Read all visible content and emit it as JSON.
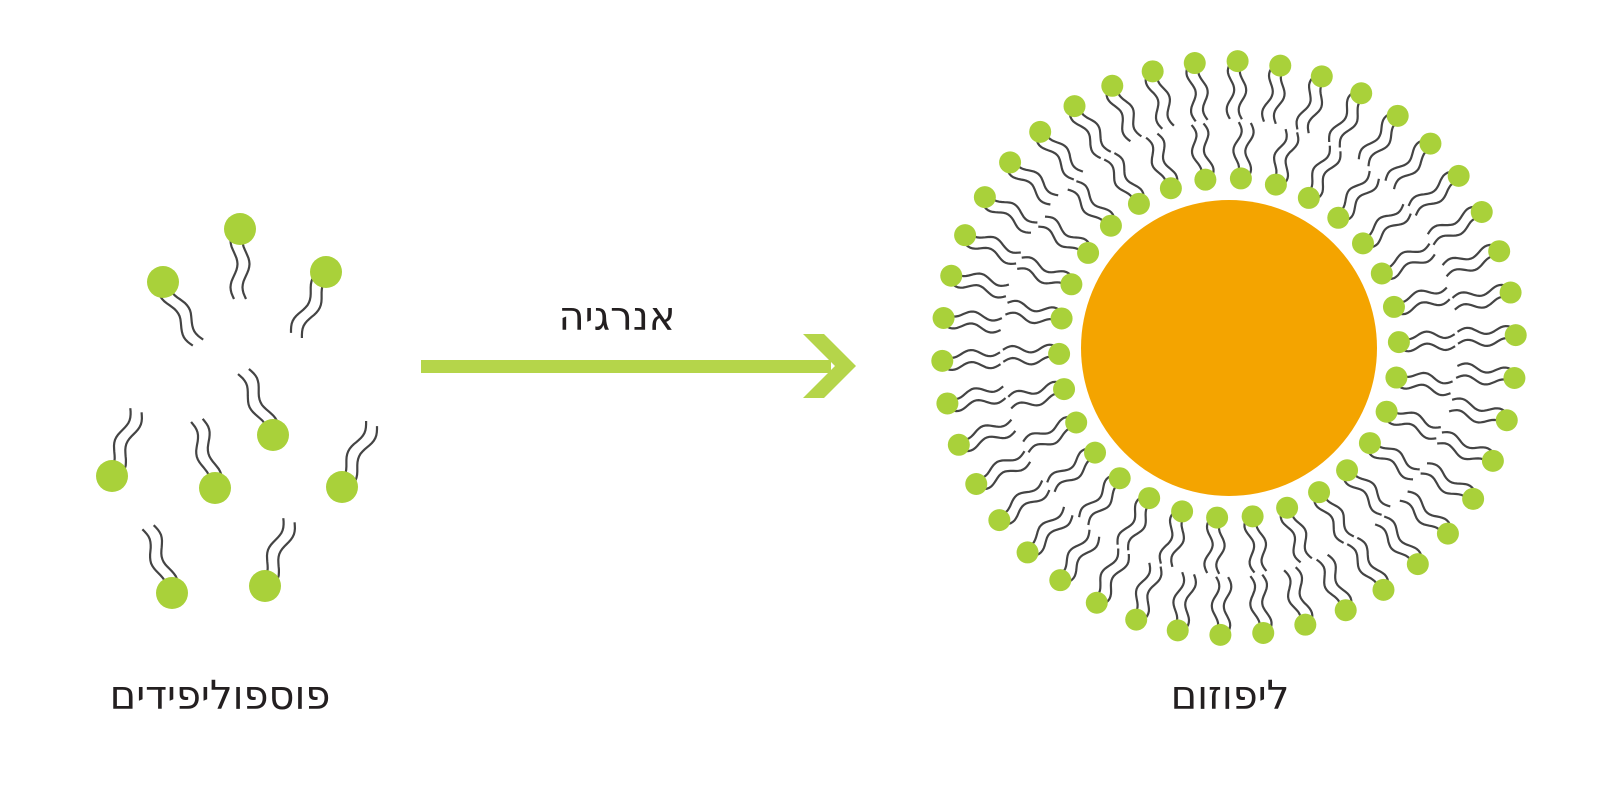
{
  "labels": {
    "energy": "אנרגיה",
    "phospholipids": "פוספוליפידים",
    "liposome": "ליפוזום"
  },
  "colors": {
    "head": "#a9d13a",
    "tail": "#444444",
    "core": "#f4a400",
    "arrow": "#b5d54a"
  },
  "liposome": {
    "outer_lipids": 42,
    "inner_lipids": 30
  }
}
